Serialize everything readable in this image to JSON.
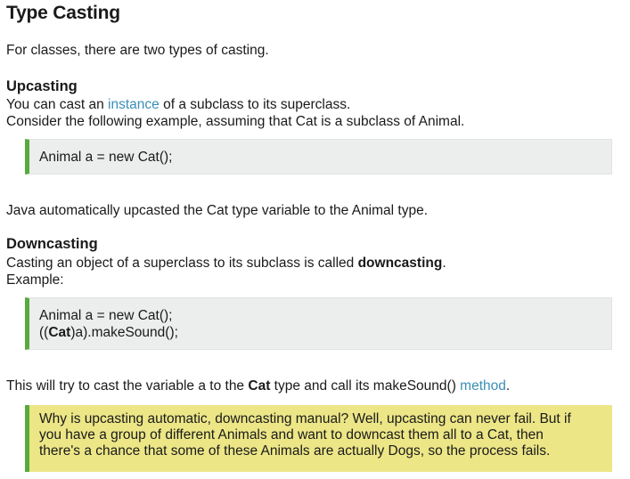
{
  "title": "Type Casting",
  "intro": "For classes, there are two types of casting.",
  "upcasting": {
    "heading": "Upcasting",
    "line1_before": "You can cast an ",
    "line1_link": "instance",
    "line1_after": " of a subclass to its superclass.",
    "line2": "Consider the following example, assuming that Cat is a subclass of Animal.",
    "code": "Animal a = new Cat();",
    "after": "Java automatically upcasted the Cat type variable to the Animal type."
  },
  "downcasting": {
    "heading": "Downcasting",
    "line1_before": "Casting an object of a superclass to its subclass is called ",
    "line1_bold": "downcasting",
    "line1_after": ".",
    "line2": "Example:",
    "code_line1": "Animal a = new Cat();",
    "code_line2_pre": "((",
    "code_line2_bold": "Cat",
    "code_line2_post": ")a).makeSound();",
    "after_before": "This will try to cast the variable a to the ",
    "after_bold": "Cat",
    "after_mid": " type and call its makeSound() ",
    "after_link": "method",
    "after_end": "."
  },
  "note": {
    "line1": "Why is upcasting automatic, downcasting manual? Well, upcasting can never fail. But if",
    "line2": "you have a group of different Animals and want to downcast them all to a Cat, then",
    "line3": "there's a chance that some of these Animals are actually Dogs, so the process fails."
  },
  "colors": {
    "link": "#3a8fb7",
    "accent_border": "#58aa3e",
    "code_bg": "#eceeee",
    "note_bg": "#ece687"
  }
}
